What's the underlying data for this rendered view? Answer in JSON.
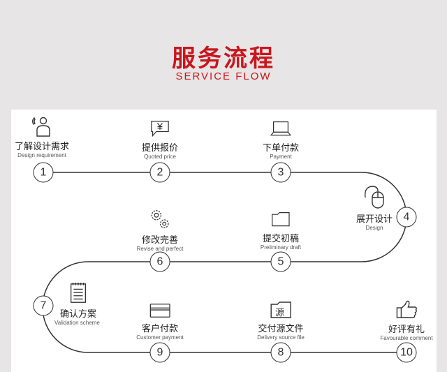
{
  "header": {
    "title": "服务流程",
    "subtitle": "SERVICE FLOW"
  },
  "colors": {
    "accent": "#c8161d",
    "line": "#333333"
  },
  "steps": [
    {
      "num": "1",
      "cn": "了解设计需求",
      "en": "Design requirement",
      "icon": "phone-person-icon"
    },
    {
      "num": "2",
      "cn": "提供报价",
      "en": "Quoted price",
      "icon": "yen-speech-bubble-icon"
    },
    {
      "num": "3",
      "cn": "下单付款",
      "en": "Payment",
      "icon": "laptop-icon"
    },
    {
      "num": "4",
      "cn": "展开设计",
      "en": "Design",
      "icon": "mouse-icon"
    },
    {
      "num": "5",
      "cn": "提交初稿",
      "en": "Preliminary draft",
      "icon": "folder-icon"
    },
    {
      "num": "6",
      "cn": "修改完善",
      "en": "Revise and perfect",
      "icon": "gears-icon"
    },
    {
      "num": "7",
      "cn": "确认方案",
      "en": "Validation scheme",
      "icon": "notepad-icon"
    },
    {
      "num": "8",
      "cn": "交付源文件",
      "en": "Delivery source file",
      "icon": "source-folder-icon",
      "icon_text": "源"
    },
    {
      "num": "9",
      "cn": "客户付款",
      "en": "Customer payment",
      "icon": "credit-card-icon"
    },
    {
      "num": "10",
      "cn": "好评有礼",
      "en": "Favourable comment",
      "icon": "thumbs-up-icon"
    }
  ]
}
